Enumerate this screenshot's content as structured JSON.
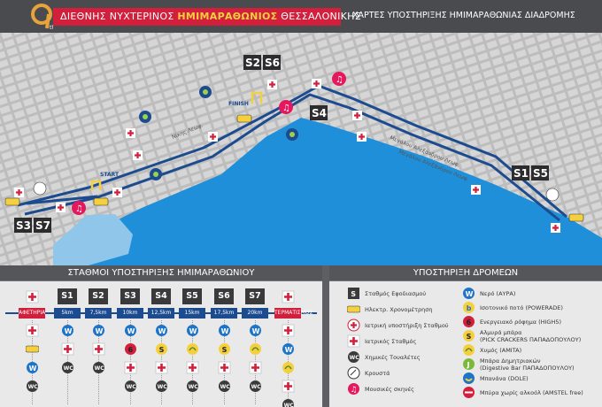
{
  "header": {
    "title_part1": "ΔΙΕΘΝΗΣ ΝΥΧΤΕΡΙΝΟΣ",
    "title_part2": "ΗΜΙΜΑΡΑΘΩΝΙΟΣ",
    "title_part3": "ΘΕΣΣΑΛΟΝΙΚΗΣ",
    "subtitle": "ΧΑΡΤΕΣ ΥΠΟΣΤΗΡΙΞΗΣ ΗΜΙΜΑΡΑΘΩΝΙΑΣ ΔΙΑΔΡΟΜΗΣ",
    "logo_text": "9",
    "logo_small": "th",
    "brand_color": "#d21f3c",
    "accent_color": "#f4d03f"
  },
  "map": {
    "sea_color": "#1e8fd8",
    "route_color": "#1d4b8f",
    "start_label": "START",
    "finish_label": "FINISH",
    "street_labels": [
      "Νίκης Λεωφ.",
      "Μεγάλου Αλεξάνδρου Λεωφ.",
      "Μεγάλου Αλεξάνδρου Λεωφ."
    ],
    "station_labels": [
      "S2",
      "S6",
      "S4",
      "S1",
      "S5",
      "S3",
      "S7"
    ]
  },
  "stations_panel": {
    "title": "ΣΤΑΘΜΟΙ ΥΠΟΣΤΗΡΙΞΗΣ ΗΜΙΜΑΡΑΘΩΝΙΟΥ",
    "columns": [
      {
        "label": "",
        "km": "ΑΦΕΤΗΡΙΑ",
        "icons": [
          "medical",
          "timing",
          "water",
          "wc"
        ]
      },
      {
        "label": "S1",
        "km": "5km",
        "icons": [
          "water",
          "medical",
          "wc"
        ]
      },
      {
        "label": "S2",
        "km": "7,5km",
        "icons": [
          "water",
          "medical",
          "wc"
        ]
      },
      {
        "label": "S3",
        "km": "10km",
        "icons": [
          "water",
          "gel",
          "medical",
          "wc"
        ]
      },
      {
        "label": "S4",
        "km": "12,5km",
        "icons": [
          "water",
          "snack",
          "medical",
          "wc"
        ]
      },
      {
        "label": "S5",
        "km": "15km",
        "icons": [
          "water",
          "sponge",
          "medical",
          "wc"
        ]
      },
      {
        "label": "S6",
        "km": "17,5km",
        "icons": [
          "water",
          "snack",
          "medical",
          "wc"
        ]
      },
      {
        "label": "S7",
        "km": "20km",
        "icons": [
          "water",
          "sponge",
          "medical",
          "wc"
        ]
      },
      {
        "label": "",
        "km": "ΤΕΡΜΑΤΙΣΜΟΣ",
        "icons": [
          "medical",
          "water",
          "sponge",
          "medical",
          "wc"
        ]
      }
    ]
  },
  "runners_panel": {
    "title": "ΥΠΟΣΤΗΡΙΞΗ ΔΡΟΜΕΩΝ",
    "left_items": [
      {
        "icon": "station",
        "label": "Σταθμός Εφοδιασμού"
      },
      {
        "icon": "timing",
        "label": "Ηλεκτρ. Χρονομέτρηση"
      },
      {
        "icon": "medical-circle",
        "label": "Ιατρική υποστήριξη Σταθμού"
      },
      {
        "icon": "medical",
        "label": "Ιατρικός Σταθμός"
      },
      {
        "icon": "wc",
        "label": "Χημικές Τουαλέτες"
      },
      {
        "icon": "clap",
        "label": "Κρουστά"
      },
      {
        "icon": "music",
        "label": "Μουσικές σκηνές"
      }
    ],
    "right_items": [
      {
        "icon": "water",
        "label": "Νερό (ΑΥΡΑ)"
      },
      {
        "icon": "isotonic",
        "label": "Ισοτονικό ποτό (POWERADE)"
      },
      {
        "icon": "gel",
        "label": "Ενεργειακό ρόφημα (HIGH5)"
      },
      {
        "icon": "snack",
        "label": "Αλμυρά μπάρα",
        "label2": "(PICK CRACKERS ΠΑΠΑΔΟΠΟΥΛΟΥ)"
      },
      {
        "icon": "sponge",
        "label": "Χυμός (AMITA)"
      },
      {
        "icon": "bar",
        "label": "Μπάρα Δημητριακών",
        "label2": "(Digestive Bar ΠΑΠΑΔΟΠΟΥΛΟΥ)"
      },
      {
        "icon": "banana",
        "label": "Μπανάνα (DOLE)"
      },
      {
        "icon": "beer",
        "label": "Μπύρα χωρίς αλκοόλ (AMSTEL free)"
      }
    ]
  }
}
